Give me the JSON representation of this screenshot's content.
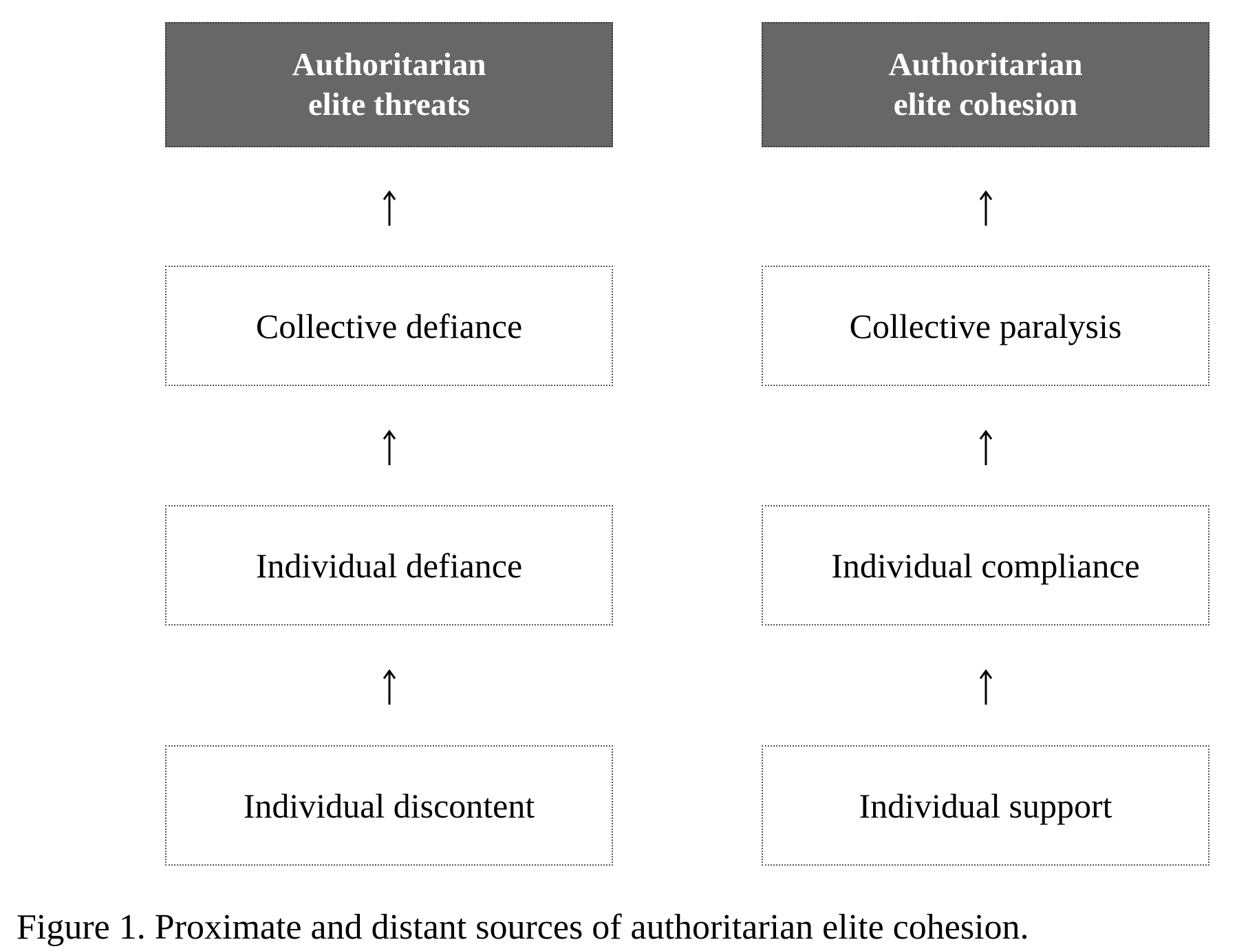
{
  "left_column": {
    "header": "Authoritarian\nelite threats",
    "levels": [
      "Collective defiance",
      "Individual defiance",
      "Individual discontent"
    ]
  },
  "right_column": {
    "header": "Authoritarian\nelite cohesion",
    "levels": [
      "Collective paralysis",
      "Individual compliance",
      "Individual support"
    ]
  },
  "caption": "Figure 1. Proximate and distant sources of authoritarian elite cohesion.",
  "colors": {
    "header_fill": "#676767",
    "header_text": "#ffffff",
    "box_border": "#555555"
  }
}
